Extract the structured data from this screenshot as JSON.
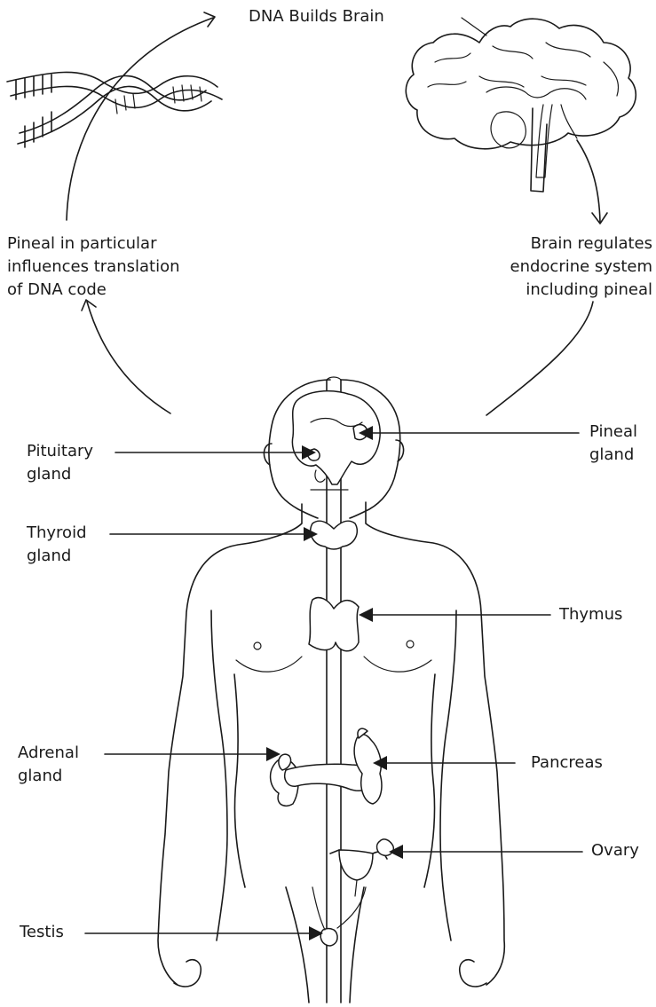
{
  "cycle": {
    "top": "DNA Builds Brain",
    "left": [
      "Pineal in particular",
      "influences translation",
      "of DNA code"
    ],
    "right": [
      "Brain regulates",
      "endocrine system",
      "including pineal"
    ]
  },
  "labels": {
    "pituitary": [
      "Pituitary",
      "gland"
    ],
    "pineal": [
      "Pineal",
      "gland"
    ],
    "thyroid": [
      "Thyroid",
      "gland"
    ],
    "thymus": [
      "Thymus"
    ],
    "adrenal": [
      "Adrenal",
      "gland"
    ],
    "pancreas": [
      "Pancreas"
    ],
    "ovary": [
      "Ovary"
    ],
    "testis": [
      "Testis"
    ]
  },
  "colors": {
    "ink": "#1a1a1a",
    "background": "#ffffff"
  }
}
